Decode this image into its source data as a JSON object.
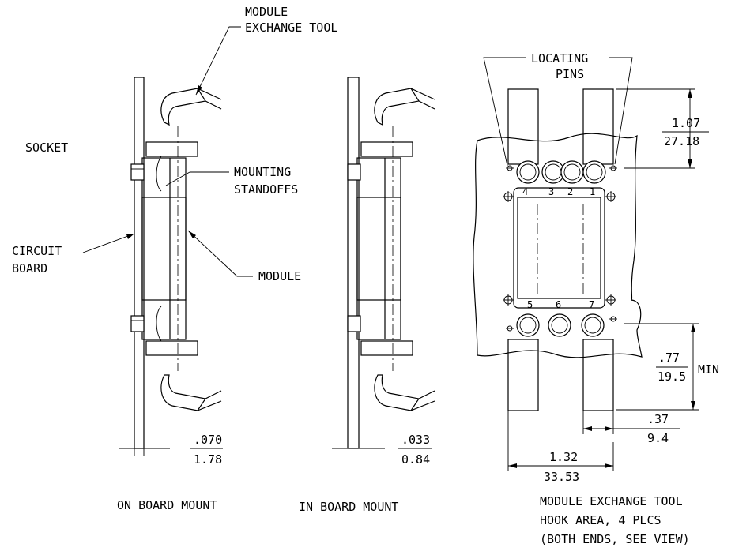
{
  "labels": {
    "module_exchange_tool_1": "MODULE",
    "module_exchange_tool_2": "EXCHANGE TOOL",
    "socket": "SOCKET",
    "mounting_1": "MOUNTING",
    "mounting_2": "STANDOFFS",
    "circuit_1": "CIRCUIT",
    "circuit_2": "BOARD",
    "module": "MODULE",
    "locating_1": "LOCATING",
    "locating_2": "PINS",
    "min": "MIN",
    "caption_on_board": "ON BOARD MOUNT",
    "caption_in_board": "IN BOARD MOUNT",
    "caption_hook_1": "MODULE EXCHANGE TOOL",
    "caption_hook_2": "HOOK AREA, 4 PLCS",
    "caption_hook_3": "(BOTH ENDS, SEE VIEW)"
  },
  "dimensions": {
    "on_board_thickness": {
      "inch": ".070",
      "mm": "1.78"
    },
    "in_board_thickness": {
      "inch": ".033",
      "mm": "0.84"
    },
    "pin_to_edge": {
      "inch": "1.07",
      "mm": "27.18"
    },
    "hook_min": {
      "inch": ".77",
      "mm": "19.5"
    },
    "hook_width": {
      "inch": ".37",
      "mm": "9.4"
    },
    "hook_span": {
      "inch": "1.32",
      "mm": "33.53"
    }
  },
  "pin_numbers": [
    "4",
    "3",
    "2",
    "1",
    "5",
    "6",
    "7"
  ]
}
